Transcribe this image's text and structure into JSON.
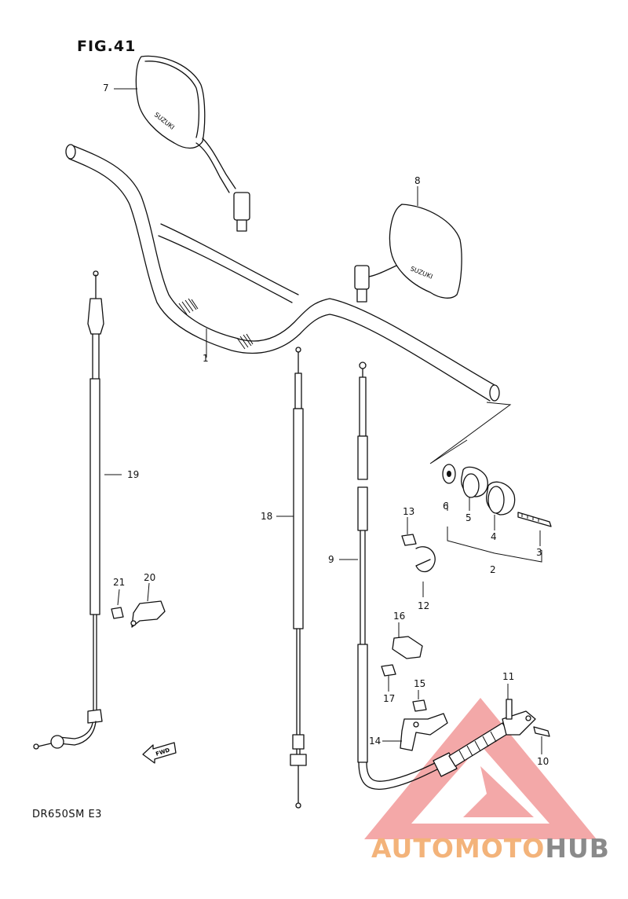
{
  "figure": {
    "title": "FIG.41",
    "model_code": "DR650SM  E3"
  },
  "parts": [
    {
      "key": "handlebar",
      "number": "1"
    },
    {
      "key": "grip-set",
      "number": "2"
    },
    {
      "key": "bar-end-screw",
      "number": "3"
    },
    {
      "key": "grip-right",
      "number": "4"
    },
    {
      "key": "grip-left",
      "number": "5"
    },
    {
      "key": "grip-washer",
      "number": "6"
    },
    {
      "key": "mirror-left",
      "number": "7"
    },
    {
      "key": "mirror-right",
      "number": "8"
    },
    {
      "key": "throttle-cable",
      "number": "9"
    },
    {
      "key": "cable-bolt",
      "number": "10"
    },
    {
      "key": "cable-pin",
      "number": "11"
    },
    {
      "key": "wire-clamp",
      "number": "12"
    },
    {
      "key": "clamp-bolt-upper",
      "number": "13"
    },
    {
      "key": "cable-bracket",
      "number": "14"
    },
    {
      "key": "bracket-bolt",
      "number": "15"
    },
    {
      "key": "cable-clamp",
      "number": "16"
    },
    {
      "key": "clamp-bolt-lower",
      "number": "17"
    },
    {
      "key": "clutch-cable",
      "number": "18"
    },
    {
      "key": "choke-cable",
      "number": "19"
    },
    {
      "key": "cable-guide",
      "number": "20"
    },
    {
      "key": "guide-bolt",
      "number": "21"
    }
  ],
  "labels": {
    "forward_arrow": "FWD",
    "mirror_brand": "SUZUKI"
  },
  "watermark": {
    "text_primary": "AUTOMOTO",
    "text_secondary": "HUB",
    "color_primary": "#f3b37a",
    "color_secondary": "#8a8a8a",
    "color_triangle": "#f08b8b"
  }
}
